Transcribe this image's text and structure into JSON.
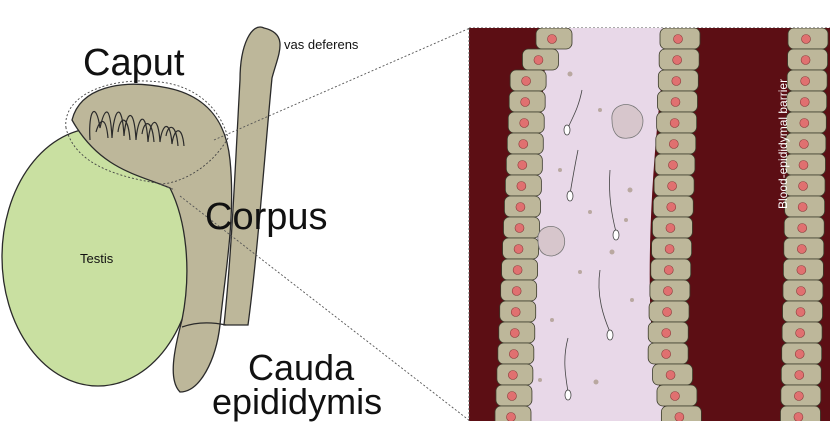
{
  "labels": {
    "caput": "Caput",
    "vas_deferens": "vas deferens",
    "testis": "Testis",
    "corpus": "Corpus",
    "cauda": "Cauda",
    "epididymis": "epididymis",
    "barrier": "Blood-epididymal barrier"
  },
  "colors": {
    "testis": "#c9e0a1",
    "epididymis": "#bdb79a",
    "outline": "#2a2a2a",
    "blood": "#5c0e14",
    "lumen": "#e8d8e8",
    "cell": "#bdb79a",
    "nucleus": "#e07070"
  }
}
